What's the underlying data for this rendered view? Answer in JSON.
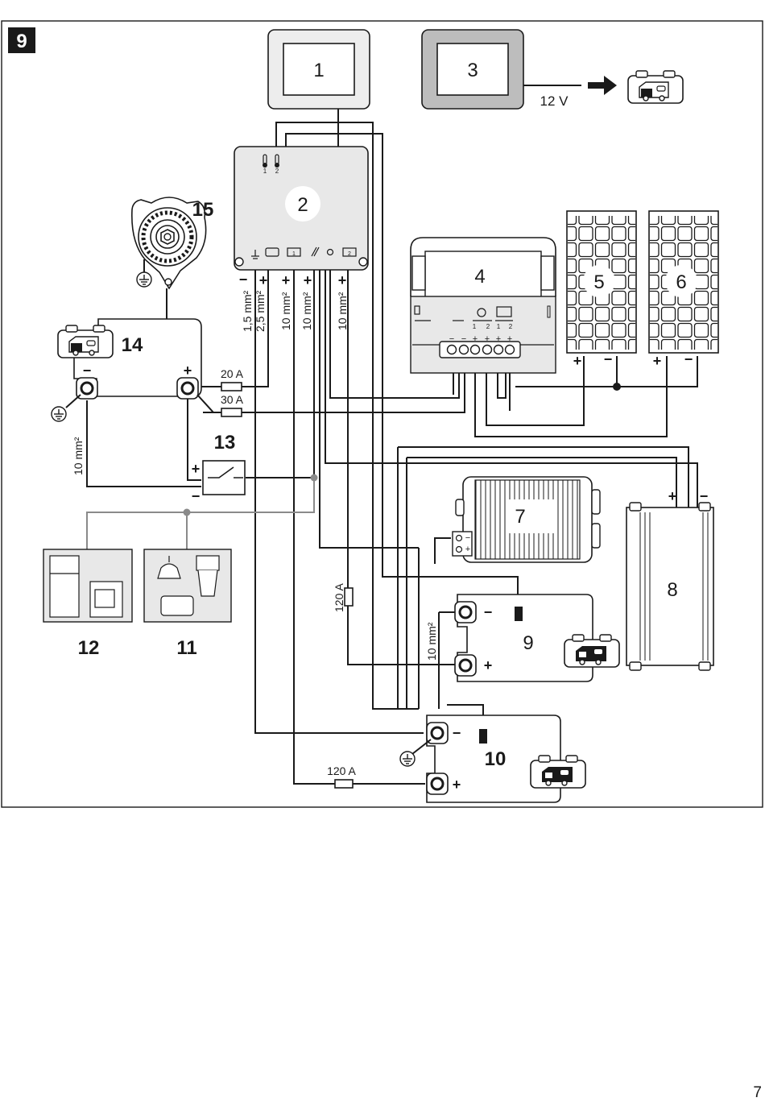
{
  "figure_number": "9",
  "page_number": "7",
  "components": {
    "c1": "1",
    "c2": "2",
    "c3": "3",
    "c4": "4",
    "c5": "5",
    "c6": "6",
    "c7": "7",
    "c8": "8",
    "c9": "9",
    "c10": "10",
    "c11": "11",
    "c12": "12",
    "c13": "13",
    "c14": "14",
    "c15": "15"
  },
  "labels": {
    "voltage": "12 V",
    "fuse_20": "20 A",
    "fuse_30": "30 A",
    "fuse_120_vertical": "120 A",
    "fuse_120_bottom": "120 A",
    "wire_1_5": "1,5 mm²",
    "wire_2_5": "2,5 mm²",
    "wire_10_a": "10 mm²",
    "wire_10_b": "10 mm²",
    "wire_10_c": "10 mm²",
    "wire_10_left": "10 mm²",
    "wire_10_mid": "10 mm²",
    "solar_t1": "1",
    "solar_t2": "2",
    "solar_t3": "1",
    "solar_t4": "2",
    "sensor_1": "1",
    "sensor_2": "2",
    "ctrl_bat1": "1",
    "ctrl_bat2": "2"
  },
  "polarity": {
    "plus": "+",
    "minus": "−"
  },
  "icons": [
    "camper-battery-icon",
    "ground-icon",
    "arrow-right-icon",
    "fuse-icon",
    "switch-icon",
    "temperature-sensor-icon"
  ]
}
